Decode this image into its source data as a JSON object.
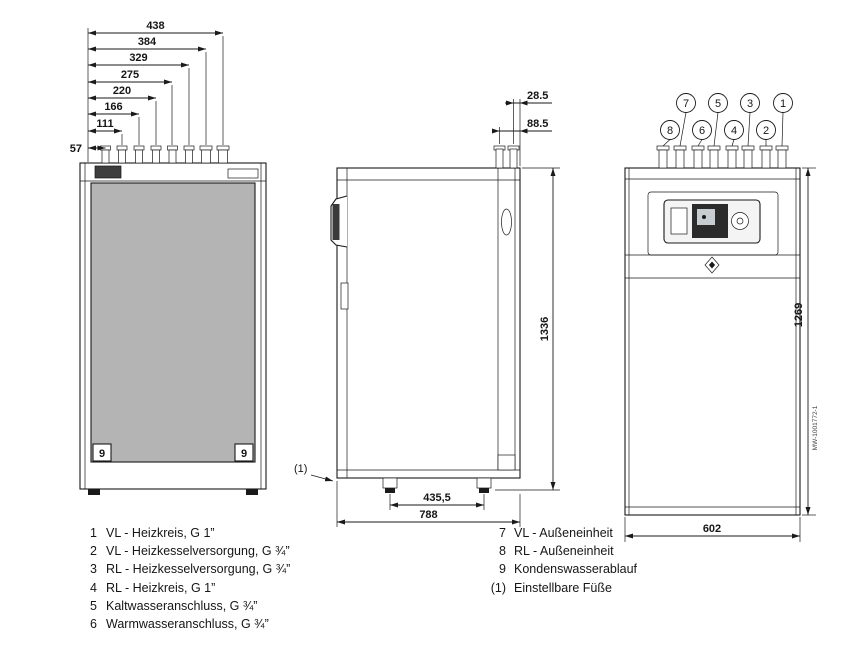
{
  "drawing": {
    "back_view": {
      "dims": [
        "438",
        "384",
        "329",
        "275",
        "220",
        "166",
        "111",
        "57"
      ],
      "corner_left": "9",
      "corner_right": "9"
    },
    "side_view": {
      "dim_pipe_offset_1": "28.5",
      "dim_pipe_offset_2": "88.5",
      "dim_height": "1336",
      "dim_feet": "435,5",
      "dim_depth": "788",
      "adjustable_feet_ref": "(1)"
    },
    "front_view": {
      "callouts_top": [
        "7",
        "5",
        "3",
        "1"
      ],
      "callouts_bottom": [
        "8",
        "6",
        "4",
        "2"
      ],
      "dim_height": "1269",
      "dim_width": "602",
      "doc_number": "MW-1001772-1"
    }
  },
  "legend": {
    "left": [
      {
        "num": "1",
        "label": "VL - Heizkreis, G 1”"
      },
      {
        "num": "2",
        "label": "VL - Heizkesselversorgung, G ¾”"
      },
      {
        "num": "3",
        "label": "RL - Heizkesselversorgung, G ¾”"
      },
      {
        "num": "4",
        "label": "RL - Heizkreis, G 1”"
      },
      {
        "num": "5",
        "label": "Kaltwasseranschluss, G ¾”"
      },
      {
        "num": "6",
        "label": "Warmwasseranschluss, G ¾”"
      }
    ],
    "right": [
      {
        "num": "7",
        "label": "VL - Außeneinheit"
      },
      {
        "num": "8",
        "label": "RL - Außeneinheit"
      },
      {
        "num": "9",
        "label": "Kondenswasserablauf"
      },
      {
        "num": "(1)",
        "label": "Einstellbare Füße"
      }
    ]
  },
  "colors": {
    "line": "#1a1a1a",
    "panel": "#b4b4b4",
    "background": "#ffffff"
  }
}
